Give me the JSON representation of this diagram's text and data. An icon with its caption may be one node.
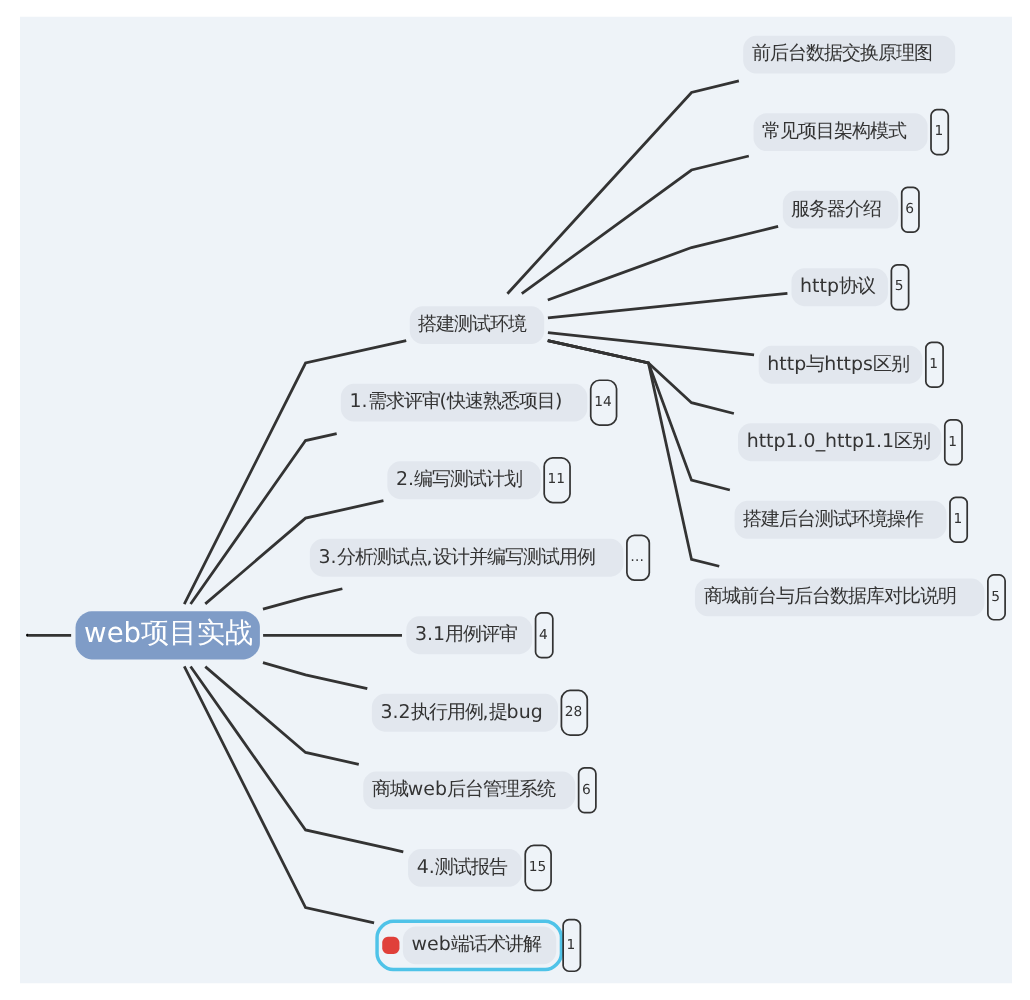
{
  "diagram": {
    "nodes": [
      {
        "text": [
          "web项目实战"
        ]
      },
      {
        "text": [
          "搭建测试环境"
        ]
      },
      {
        "text": [
          "前后台数据交换原理图"
        ]
      },
      {
        "text": [
          "常见项目架构模式"
        ],
        "beside": [
          "1"
        ]
      },
      {
        "text": [
          "服务器介绍"
        ],
        "beside": [
          "6"
        ]
      },
      {
        "text": [
          "http协议"
        ],
        "beside": [
          "5"
        ]
      },
      {
        "text": [
          "http与https区别"
        ],
        "beside": [
          "1"
        ]
      },
      {
        "text": [
          "http1.0_http1.1区别"
        ],
        "beside": [
          "1"
        ]
      },
      {
        "text": [
          "搭建后台测试环境操作"
        ],
        "beside": [
          "1"
        ]
      },
      {
        "text": [
          "商城前台与后台数据库对比说明"
        ],
        "beside": [
          "5"
        ]
      },
      {
        "text": [
          "1.需求评审(快速熟悉项目)"
        ],
        "beside": [
          "14"
        ]
      },
      {
        "text": [
          "2.编写测试计划"
        ],
        "beside": [
          "11"
        ]
      },
      {
        "text": [
          "3.分析测试点,设计并编写测试用例"
        ],
        "beside": [
          "…"
        ]
      },
      {
        "text": [
          "3.1用例评审"
        ],
        "beside": [
          "4"
        ]
      },
      {
        "text": [
          "3.2执行用例,提bug"
        ],
        "beside": [
          "28"
        ]
      },
      {
        "text": [
          "商城web后台管理系统"
        ],
        "beside": [
          "6"
        ]
      },
      {
        "text": [
          "4.测试报告"
        ],
        "beside": [
          "15"
        ]
      },
      {
        "text": [
          "web端话术讲解"
        ],
        "beside": [
          "1"
        ]
      }
    ],
    "edges": [
      {
        "from": null,
        "to": 0,
        "arrow": "none"
      },
      {
        "from": 0,
        "to": 1,
        "arrow": "none"
      },
      {
        "from": 1,
        "to": 2,
        "arrow": "none"
      },
      {
        "from": 1,
        "to": 3,
        "arrow": "none"
      },
      {
        "from": 1,
        "to": 4,
        "arrow": "none"
      },
      {
        "from": 1,
        "to": 5,
        "arrow": "none"
      },
      {
        "from": 1,
        "to": 6,
        "arrow": "none"
      },
      {
        "from": 1,
        "to": 7,
        "arrow": "none"
      },
      {
        "from": 1,
        "to": 8,
        "arrow": "none"
      },
      {
        "from": 1,
        "to": 9,
        "arrow": "none"
      },
      {
        "from": 0,
        "to": 10,
        "arrow": "none"
      },
      {
        "from": 0,
        "to": 11,
        "arrow": "none"
      },
      {
        "from": 0,
        "to": 12,
        "arrow": "none"
      },
      {
        "from": 0,
        "to": 13,
        "arrow": "none"
      },
      {
        "from": 0,
        "to": 14,
        "arrow": "none"
      },
      {
        "from": 0,
        "to": 15,
        "arrow": "none"
      },
      {
        "from": 0,
        "to": 16,
        "arrow": "none"
      },
      {
        "from": 0,
        "to": 17,
        "arrow": "none"
      }
    ]
  }
}
